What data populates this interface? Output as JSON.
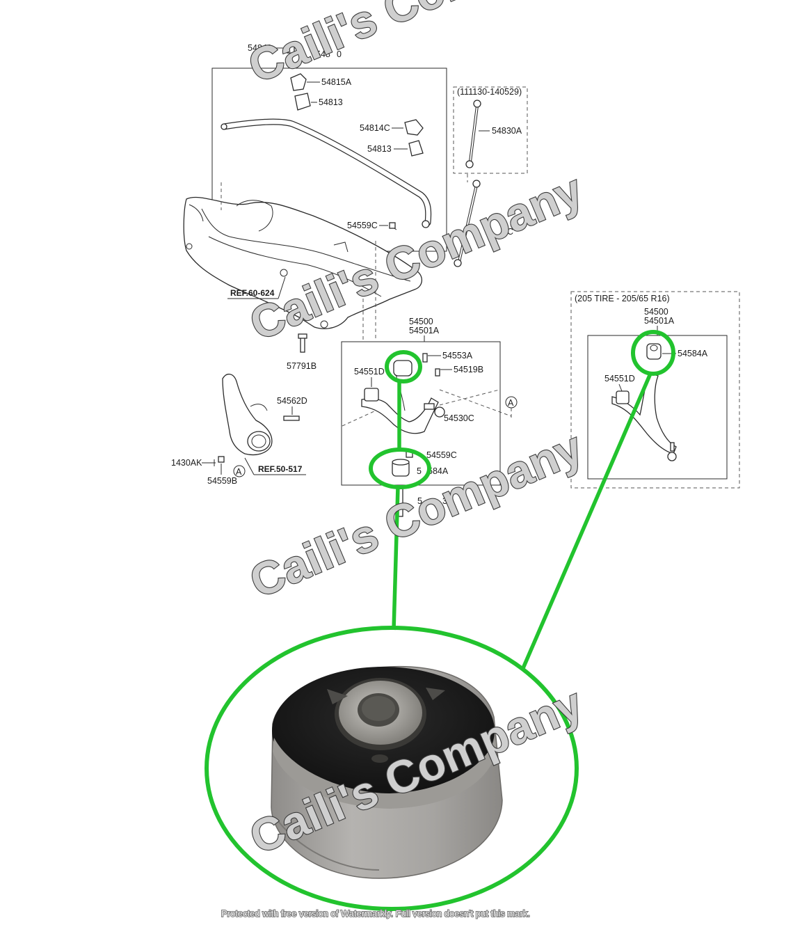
{
  "colors": {
    "highlight": "#22c32e",
    "line_art": "#2a2a2a",
    "bushing_body": "#a9a7a4",
    "bushing_rubber": "#1c1c1c",
    "watermark_fill": "#cfcfcf"
  },
  "labels": {
    "p54849": "54849",
    "p54810": "548",
    "p54810_tail": "0",
    "p54815A": "54815A",
    "p54813_top": "54813",
    "p54814C": "54814C",
    "p54813_bottom": "54813",
    "p54830A": "54830A",
    "range_note": "(111130-140529)",
    "p54559C_top": "54559C",
    "p54830C_tail": "0C",
    "ref60": "REF.60-624",
    "p57791B": "57791B",
    "p54500": "54500",
    "p54501A": "54501A",
    "p54553A": "54553A",
    "p54519B": "54519B",
    "p54551D": "54551D",
    "p54530C": "54530C",
    "p54559C_low": "54559C",
    "p54584A_low": "584A",
    "p54584A_low_head": "5",
    "p54562D": "54562D",
    "p1430AK": "1430AK",
    "p54559B": "54559B",
    "ref50": "REF.50-517",
    "marker_a": "A",
    "p_bolt_partial": "5",
    "p_bolt_partial_tail": "3"
  },
  "variant": {
    "title": "(205 TIRE - 205/65 R16)",
    "p54500": "54500",
    "p54501A": "54501A",
    "p54584A": "54584A",
    "p54551D": "54551D"
  },
  "watermark": {
    "text": "Caili's Company",
    "footer": "Protected with free version of Watermarkly. Full version doesn't put this mark."
  }
}
